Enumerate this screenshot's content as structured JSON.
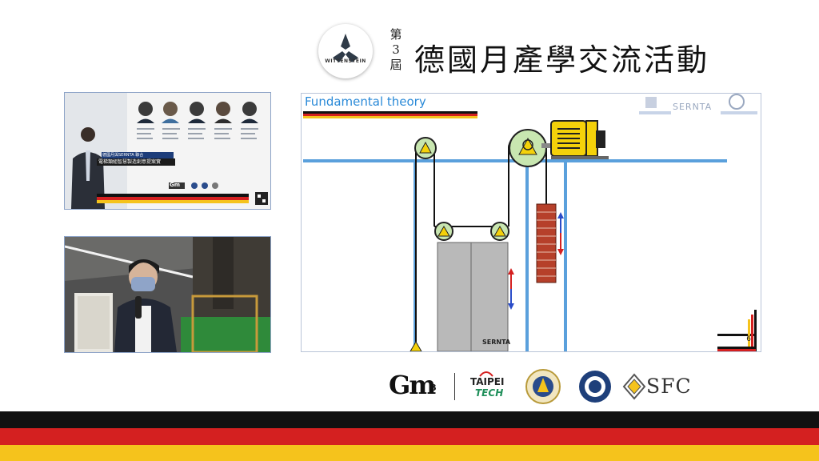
{
  "header": {
    "logo_text": "WITTENSTEIN",
    "edition_lines": [
      "第",
      "3",
      "屆"
    ],
    "event_title": "德國月產學交流活動"
  },
  "speaker_panel": {
    "banner_small": "德國月與SERNTA 聯合",
    "banner_main": "電梯類組智慧製造創意提案實",
    "logo_text": "Gm"
  },
  "slide": {
    "title": "Fundamental theory",
    "car_label": "SERNTA",
    "watermark_text": "SERNTA",
    "page_number": "6"
  },
  "footer": {
    "gm_logo": "Gm",
    "gm_superscript": "3",
    "taipei_line1": "TAIPEI",
    "taipei_line2": "TECH",
    "sfc_text": "SFC"
  },
  "colors": {
    "flag_black": "#111111",
    "flag_red": "#d42020",
    "flag_gold": "#f5c31c",
    "slide_title": "#2a8ad8",
    "rail_blue": "#5aa0dc",
    "motor_yellow": "#f4d10a",
    "counterweight_red": "#b6402a",
    "car_gray": "#b9b9b9"
  },
  "icons": [
    "wittenstein-triangle-icon",
    "motor-icon",
    "pulley-icon",
    "taipei-tech-icon",
    "seal-icon",
    "sfc-diamond-icon",
    "qr-code-icon"
  ]
}
